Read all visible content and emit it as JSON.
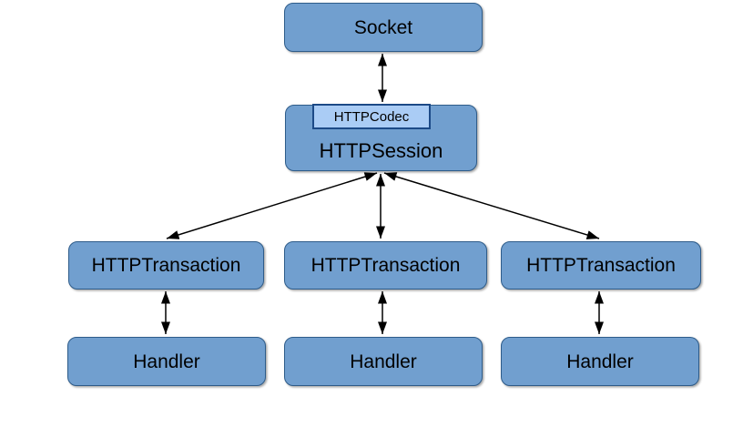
{
  "diagram": {
    "background_color": "#ffffff",
    "colors": {
      "node_fill": "#719fcf",
      "node_border": "#2e5c8a",
      "codec_fill": "#aaccf5",
      "codec_border": "#1c4a87",
      "arrow": "#000000",
      "label_text": "#000000"
    },
    "nodes": {
      "socket": {
        "label": "Socket"
      },
      "session": {
        "label": "HTTPSession"
      },
      "codec": {
        "label": "HTTPCodec"
      },
      "transactions": [
        {
          "label": "HTTPTransaction"
        },
        {
          "label": "HTTPTransaction"
        },
        {
          "label": "HTTPTransaction"
        }
      ],
      "handlers": [
        {
          "label": "Handler"
        },
        {
          "label": "Handler"
        },
        {
          "label": "Handler"
        }
      ]
    },
    "edges": [
      {
        "from": "socket",
        "to": "session",
        "type": "bidirectional"
      },
      {
        "from": "session",
        "to": "transaction-1",
        "type": "bidirectional"
      },
      {
        "from": "session",
        "to": "transaction-2",
        "type": "bidirectional"
      },
      {
        "from": "session",
        "to": "transaction-3",
        "type": "bidirectional"
      },
      {
        "from": "transaction-1",
        "to": "handler-1",
        "type": "bidirectional"
      },
      {
        "from": "transaction-2",
        "to": "handler-2",
        "type": "bidirectional"
      },
      {
        "from": "transaction-3",
        "to": "handler-3",
        "type": "bidirectional"
      }
    ]
  }
}
